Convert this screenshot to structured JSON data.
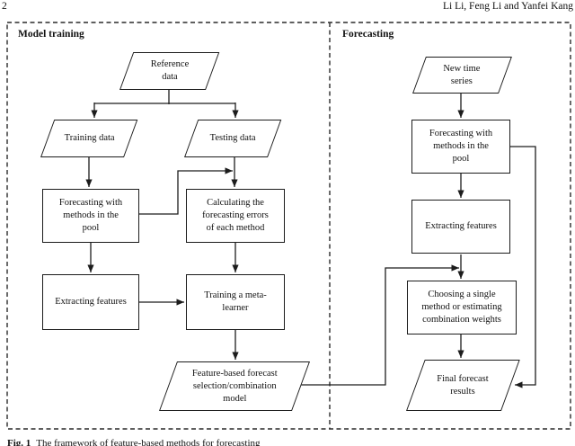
{
  "page": {
    "page_number": "2",
    "running_header": "Li Li, Feng Li and Yanfei Kang",
    "caption_label": "Fig. 1",
    "caption_text": "The framework of feature-based methods for forecasting"
  },
  "diagram": {
    "model_training": {
      "label": "Model training",
      "nodes": {
        "reference_data": "Reference\ndata",
        "training_data": "Training data",
        "testing_data": "Testing data",
        "forecasting_pool": "Forecasting with\nmethods in the\npool",
        "calc_errors": "Calculating the\nforecasting errors\nof each method",
        "extracting_features": "Extracting features",
        "training_meta_learner": "Training a meta-\nlearner",
        "feature_based_model": "Feature-based forecast\nselection/combination\nmodel"
      }
    },
    "forecasting": {
      "label": "Forecasting",
      "nodes": {
        "new_time_series": "New time\nseries",
        "forecasting_pool": "Forecasting with\nmethods in the\npool",
        "extracting_features": "Extracting features",
        "choosing_method": "Choosing a single\nmethod or estimating\ncombination weights",
        "final_results": "Final forecast\nresults"
      }
    },
    "colors": {
      "line": "#1c1c1c",
      "background": "#ffffff"
    }
  }
}
